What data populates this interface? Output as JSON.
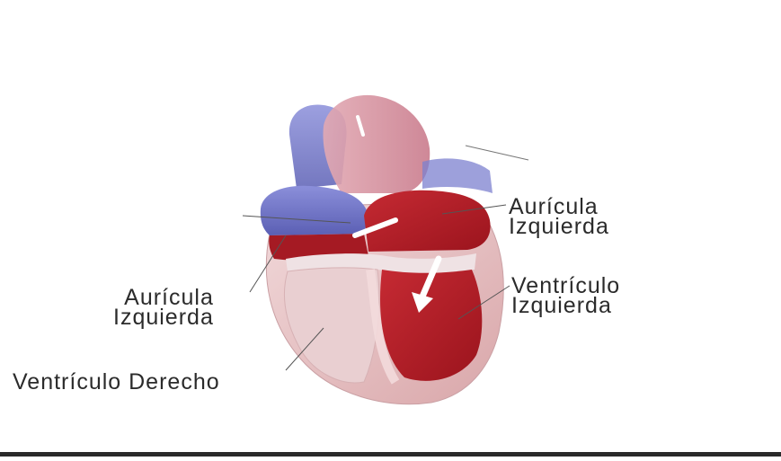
{
  "labels": {
    "right_atrium": {
      "line1": "Aurícula",
      "line2": "Izquierda"
    },
    "right_ventricle": {
      "text": "Ventrículo Derecho"
    },
    "left_atrium": {
      "line1": "Aurícula",
      "line2": "Izquierda"
    },
    "left_ventricle": {
      "line1": "Ventrículo",
      "line2": "Izquierda"
    }
  },
  "colors": {
    "oxygenated": "#b3202a",
    "deoxygenated": "#6f73c4",
    "muscle": "#e7c3c4",
    "text": "#2b2b2b"
  }
}
